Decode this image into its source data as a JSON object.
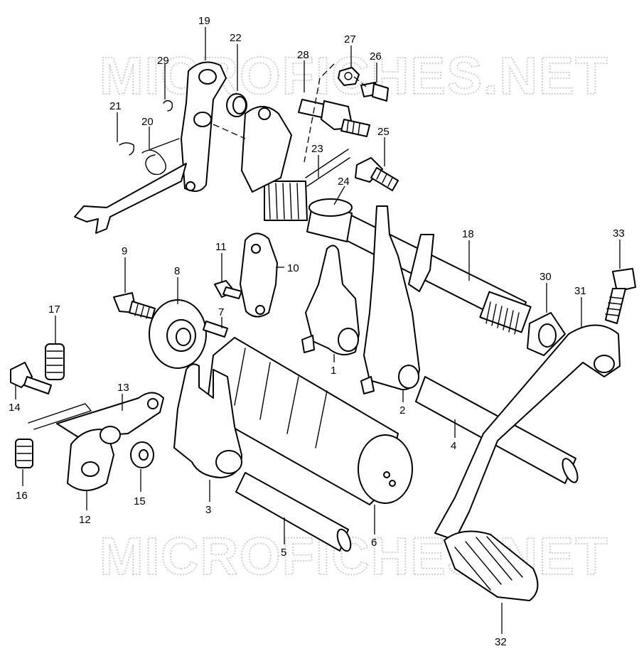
{
  "watermark": {
    "top": "MICROFICHES.NET",
    "bottom": "MICROFICHES.NET"
  },
  "callouts": [
    {
      "id": "1",
      "label": "1"
    },
    {
      "id": "2",
      "label": "2"
    },
    {
      "id": "3",
      "label": "3"
    },
    {
      "id": "4",
      "label": "4"
    },
    {
      "id": "5",
      "label": "5"
    },
    {
      "id": "6",
      "label": "6"
    },
    {
      "id": "7",
      "label": "7"
    },
    {
      "id": "8",
      "label": "8"
    },
    {
      "id": "9",
      "label": "9"
    },
    {
      "id": "10",
      "label": "10"
    },
    {
      "id": "11",
      "label": "11"
    },
    {
      "id": "12",
      "label": "12"
    },
    {
      "id": "13",
      "label": "13"
    },
    {
      "id": "14",
      "label": "14"
    },
    {
      "id": "15",
      "label": "15"
    },
    {
      "id": "16",
      "label": "16"
    },
    {
      "id": "17",
      "label": "17"
    },
    {
      "id": "18",
      "label": "18"
    },
    {
      "id": "19",
      "label": "19"
    },
    {
      "id": "20",
      "label": "20"
    },
    {
      "id": "21",
      "label": "21"
    },
    {
      "id": "22",
      "label": "22"
    },
    {
      "id": "23",
      "label": "23"
    },
    {
      "id": "24",
      "label": "24"
    },
    {
      "id": "25",
      "label": "25"
    },
    {
      "id": "26",
      "label": "26"
    },
    {
      "id": "27",
      "label": "27"
    },
    {
      "id": "28",
      "label": "28"
    },
    {
      "id": "29",
      "label": "29"
    },
    {
      "id": "30",
      "label": "30"
    },
    {
      "id": "31",
      "label": "31"
    },
    {
      "id": "32",
      "label": "32"
    },
    {
      "id": "33",
      "label": "33"
    }
  ]
}
